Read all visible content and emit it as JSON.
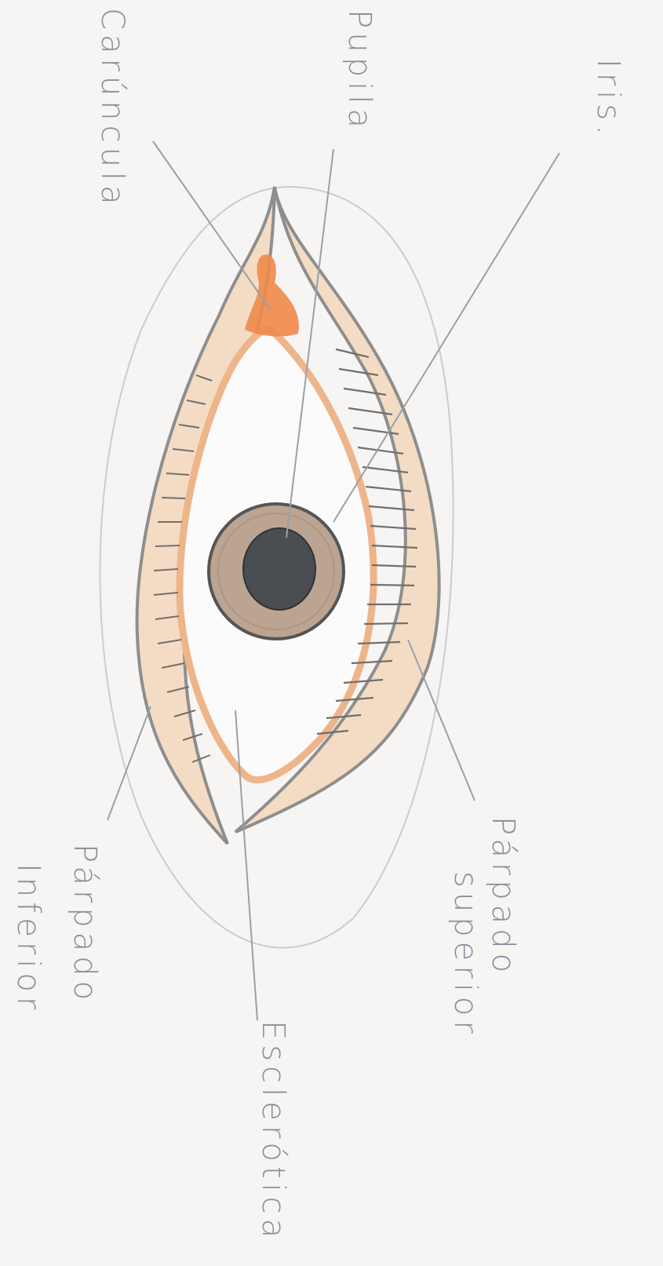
{
  "labels": {
    "caruncula": "Carúncula",
    "pupila": "Pupila",
    "iris": "Iris.",
    "parpado_superior_line1": "Párpado",
    "parpado_superior_line2": "superior",
    "parpado_inferior_line1": "Párpado",
    "parpado_inferior_line2": "Inferior",
    "esclerotica": "Esclerótica"
  },
  "colors": {
    "paper": "#f6f5f3",
    "pencil_outline": "#8e8e8e",
    "lid_fill": "#f4d9bf",
    "lid_inner": "#eeb58a",
    "caruncle": "#f08a4b",
    "iris": "#b8a08c",
    "pupil": "#4a4e52",
    "label_text": "#8a8f9a",
    "leader_line": "#9aa0a8"
  }
}
